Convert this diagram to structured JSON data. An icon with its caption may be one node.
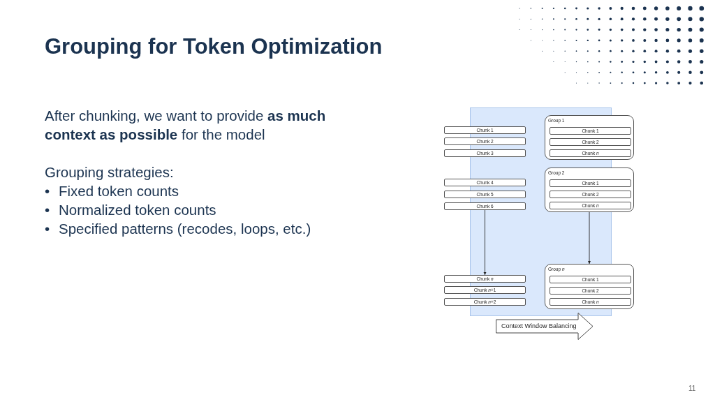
{
  "diagram": {
    "title": "Grouping for Token Optimization",
    "nodes": [
      {
        "text": [
          "Chunk 1"
        ]
      },
      {
        "text": [
          "Chunk 2"
        ]
      },
      {
        "text": [
          "Chunk 3"
        ]
      },
      {
        "text": [
          "Chunk 4"
        ]
      },
      {
        "text": [
          "Chunk 5"
        ]
      },
      {
        "text": [
          "Chunk 6"
        ]
      },
      {
        "text": [
          "Chunk *n*"
        ]
      },
      {
        "text": [
          "Chunk *n*+1"
        ]
      },
      {
        "text": [
          "Chunk *n*+2"
        ]
      },
      {
        "text": [
          "Group 1"
        ]
      },
      {
        "text": [
          "Chunk 1"
        ],
        "in": 9
      },
      {
        "text": [
          "Chunk 2"
        ],
        "in": 9
      },
      {
        "text": [
          "Chunk *n*"
        ],
        "in": 9
      },
      {
        "text": [
          "Group 2"
        ]
      },
      {
        "text": [
          "Chunk 1"
        ],
        "in": 13
      },
      {
        "text": [
          "Chunk 2"
        ],
        "in": 13
      },
      {
        "text": [
          "Chunk *n*"
        ],
        "in": 13
      },
      {
        "text": [
          "Group *n*"
        ]
      },
      {
        "text": [
          "Chunk 1"
        ],
        "in": 17
      },
      {
        "text": [
          "Chunk 2"
        ],
        "in": 17
      },
      {
        "text": [
          "Chunk *n*"
        ],
        "in": 17
      }
    ],
    "edges": [
      {
        "from": 5,
        "to": 6,
        "arrow": "to"
      },
      {
        "from": 13,
        "to": 17,
        "arrow": "to"
      }
    ],
    "labels": [
      "After chunking, we want to provide **as much context as possible** for the model",
      "Grouping strategies:",
      "•",
      "Fixed token counts",
      "•",
      "Normalized token counts",
      "•",
      "Specified patterns (recodes, loops, etc.)",
      "Context Window Balancing",
      "11"
    ]
  }
}
